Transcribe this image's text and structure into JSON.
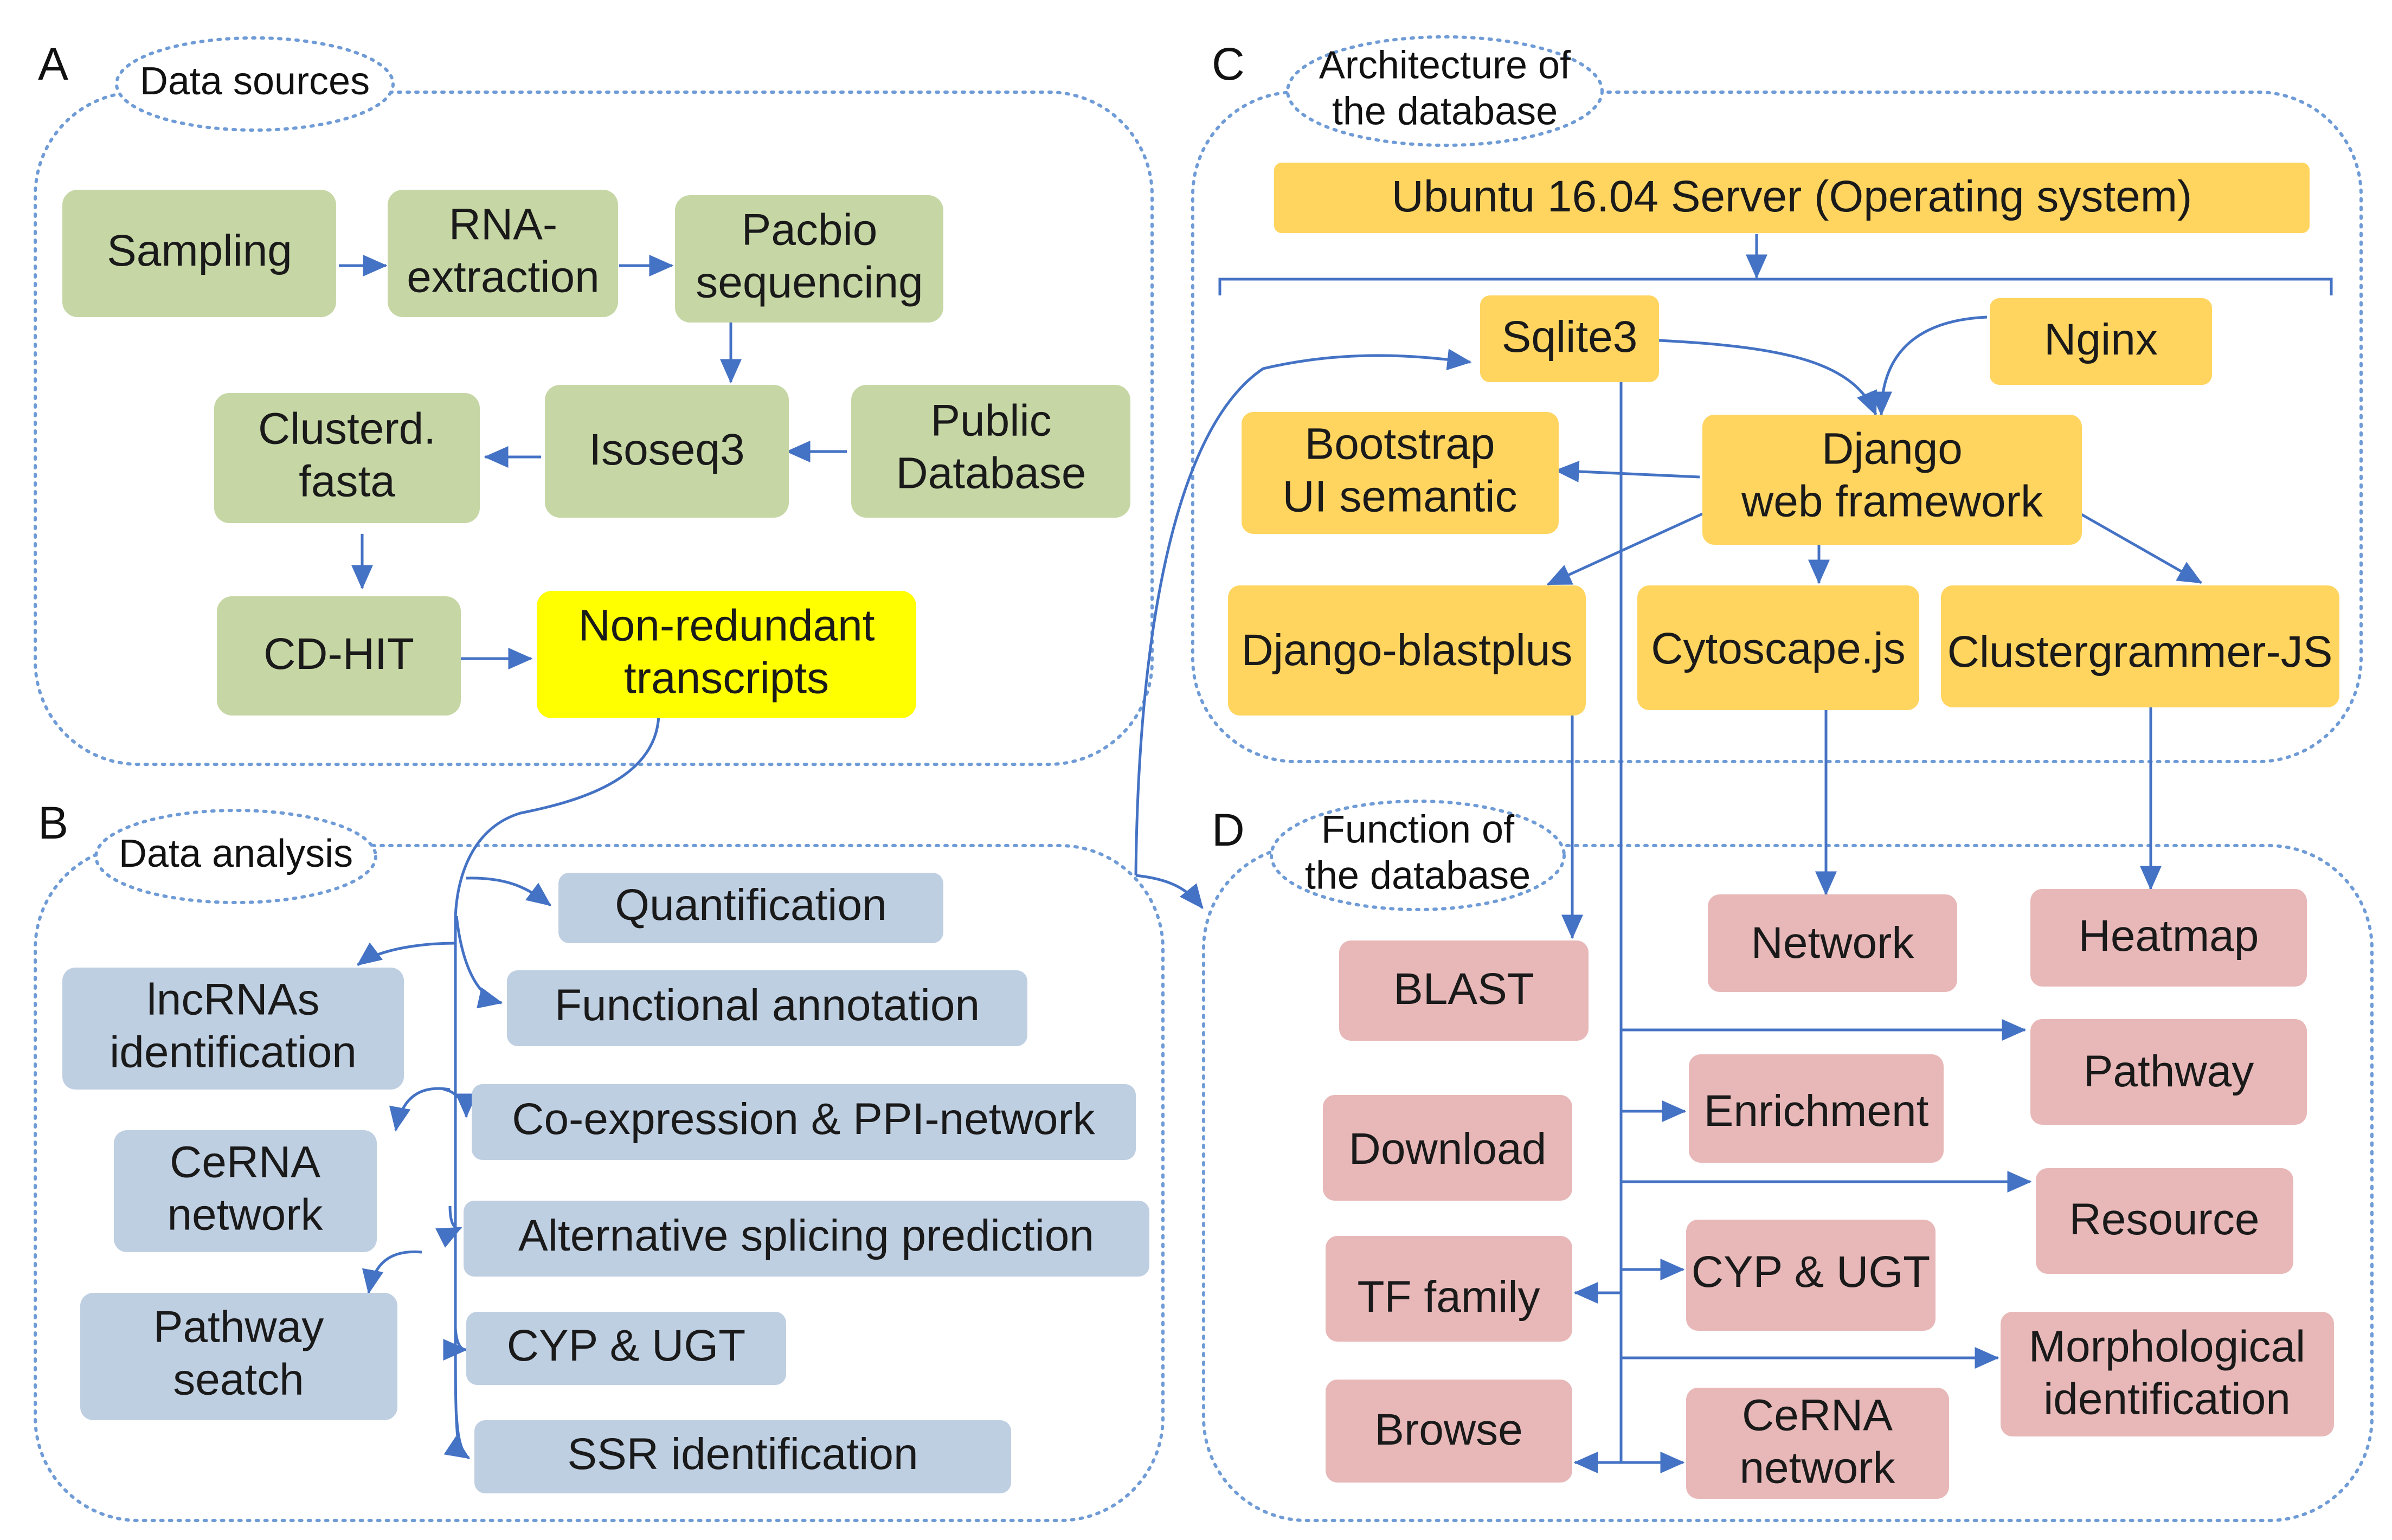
{
  "colors": {
    "green": "#c6d7a5",
    "blue": "#bfcfe2",
    "orange": "#ffd560",
    "yellow": "#ffff00",
    "pink": "#e8b8b8",
    "arrow": "#4472c4",
    "outline": "#6f9bd6"
  },
  "panels": {
    "A": {
      "letter": "A",
      "title": [
        "Data sources"
      ]
    },
    "B": {
      "letter": "B",
      "title": [
        "Data analysis"
      ]
    },
    "C": {
      "letter": "C",
      "title": [
        "Architecture of",
        "the database"
      ]
    },
    "D": {
      "letter": "D",
      "title": [
        "Function of",
        "the database"
      ]
    }
  },
  "nodes": {
    "sampling": [
      "Sampling"
    ],
    "rna_extraction": [
      "RNA-",
      "extraction"
    ],
    "pacbio": [
      "Pacbio",
      "sequencing"
    ],
    "clustered_fasta": [
      "Clusterd.",
      "fasta"
    ],
    "isoseq3": [
      "Isoseq3"
    ],
    "public_db": [
      "Public",
      "Database"
    ],
    "cd_hit": [
      "CD-HIT"
    ],
    "non_redundant": [
      "Non-redundant",
      "transcripts"
    ],
    "quantification": [
      "Quantification"
    ],
    "lncrna": [
      "lncRNAs",
      "identification"
    ],
    "functional_annotation": [
      "Functional annotation"
    ],
    "coexpression": [
      "Co-expression & PPI-network"
    ],
    "cerna_b": [
      "CeRNA",
      "network"
    ],
    "alt_splicing": [
      "Alternative splicing prediction"
    ],
    "pathway_search": [
      "Pathway",
      "seatch"
    ],
    "cyp_ugt_b": [
      "CYP & UGT"
    ],
    "ssr": [
      "SSR identification"
    ],
    "ubuntu": [
      "Ubuntu 16.04 Server (Operating system)"
    ],
    "sqlite": [
      "Sqlite3"
    ],
    "nginx": [
      "Nginx"
    ],
    "bootstrap": [
      "Bootstrap",
      "UI semantic"
    ],
    "django": [
      "Django",
      "web framework"
    ],
    "django_blastplus": [
      "Django-blastplus"
    ],
    "cytoscape": [
      "Cytoscape.js"
    ],
    "clustergrammer": [
      "Clustergrammer-JS"
    ],
    "blast": [
      "BLAST"
    ],
    "network": [
      "Network"
    ],
    "heatmap": [
      "Heatmap"
    ],
    "pathway": [
      "Pathway"
    ],
    "enrichment": [
      "Enrichment"
    ],
    "download": [
      "Download"
    ],
    "resource": [
      "Resource"
    ],
    "tf_family": [
      "TF family"
    ],
    "cyp_ugt_d": [
      "CYP & UGT"
    ],
    "morphological": [
      "Morphological",
      "identification"
    ],
    "browse": [
      "Browse"
    ],
    "cerna_d": [
      "CeRNA",
      "network"
    ]
  }
}
